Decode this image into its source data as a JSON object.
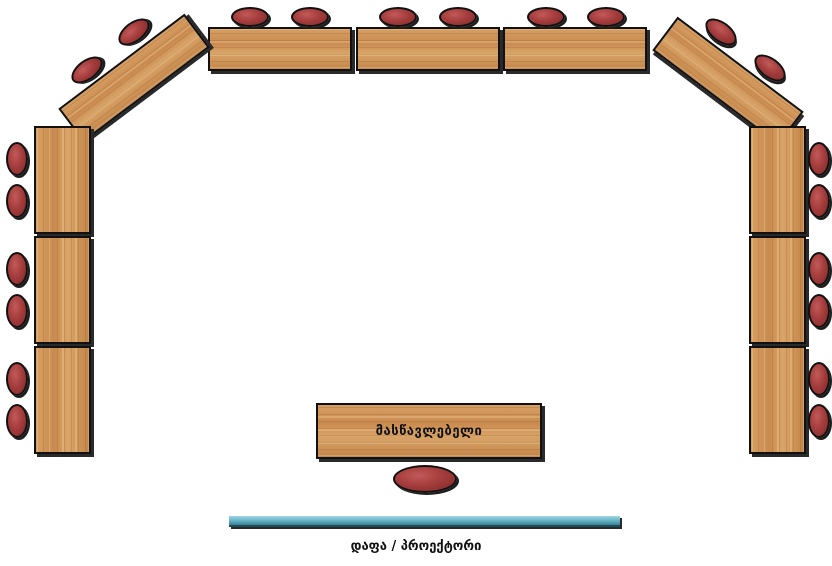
{
  "teacher_desk_label": "მასწავლებელი",
  "board_label": "დაფა / პროექტორი",
  "colors": {
    "desk_wood": "#c98a4f",
    "chair_red": "#a53d3d",
    "board_blue": "#62b0c4"
  },
  "icons": {
    "desk": "desk-shape",
    "chair": "chair-ellipse"
  }
}
